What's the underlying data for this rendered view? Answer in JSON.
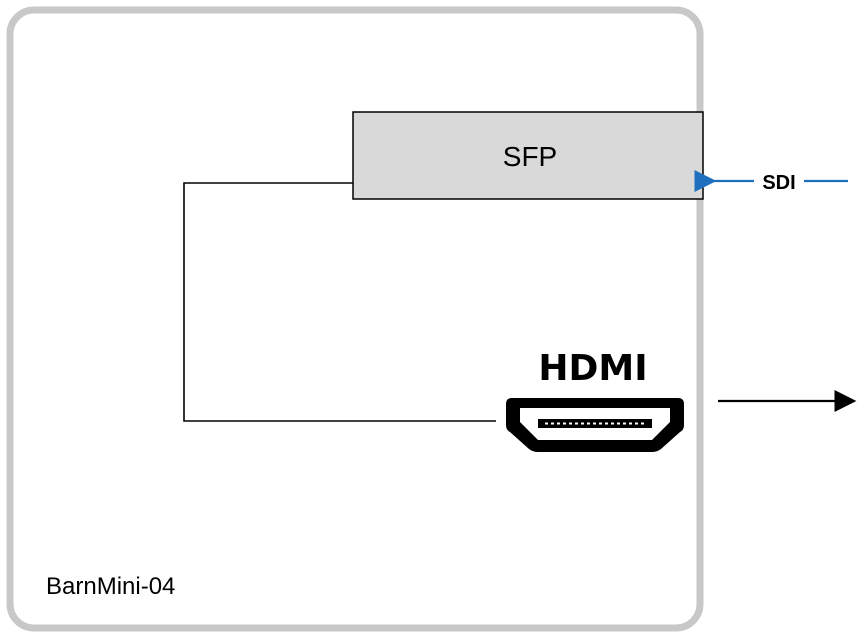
{
  "device": {
    "name": "BarnMini-04",
    "sfp_label": "SFP",
    "hdmi_label": "HDMI",
    "input_signal_label": "SDI"
  },
  "colors": {
    "enclosure_border": "#c8c8c8",
    "enclosure_fill": "#ffffff",
    "sfp_fill": "#d9d9d9",
    "line": "#000000",
    "sdi_arrow": "#1f6fbf"
  },
  "icons": {
    "hdmi_port": "hdmi-port-icon"
  }
}
